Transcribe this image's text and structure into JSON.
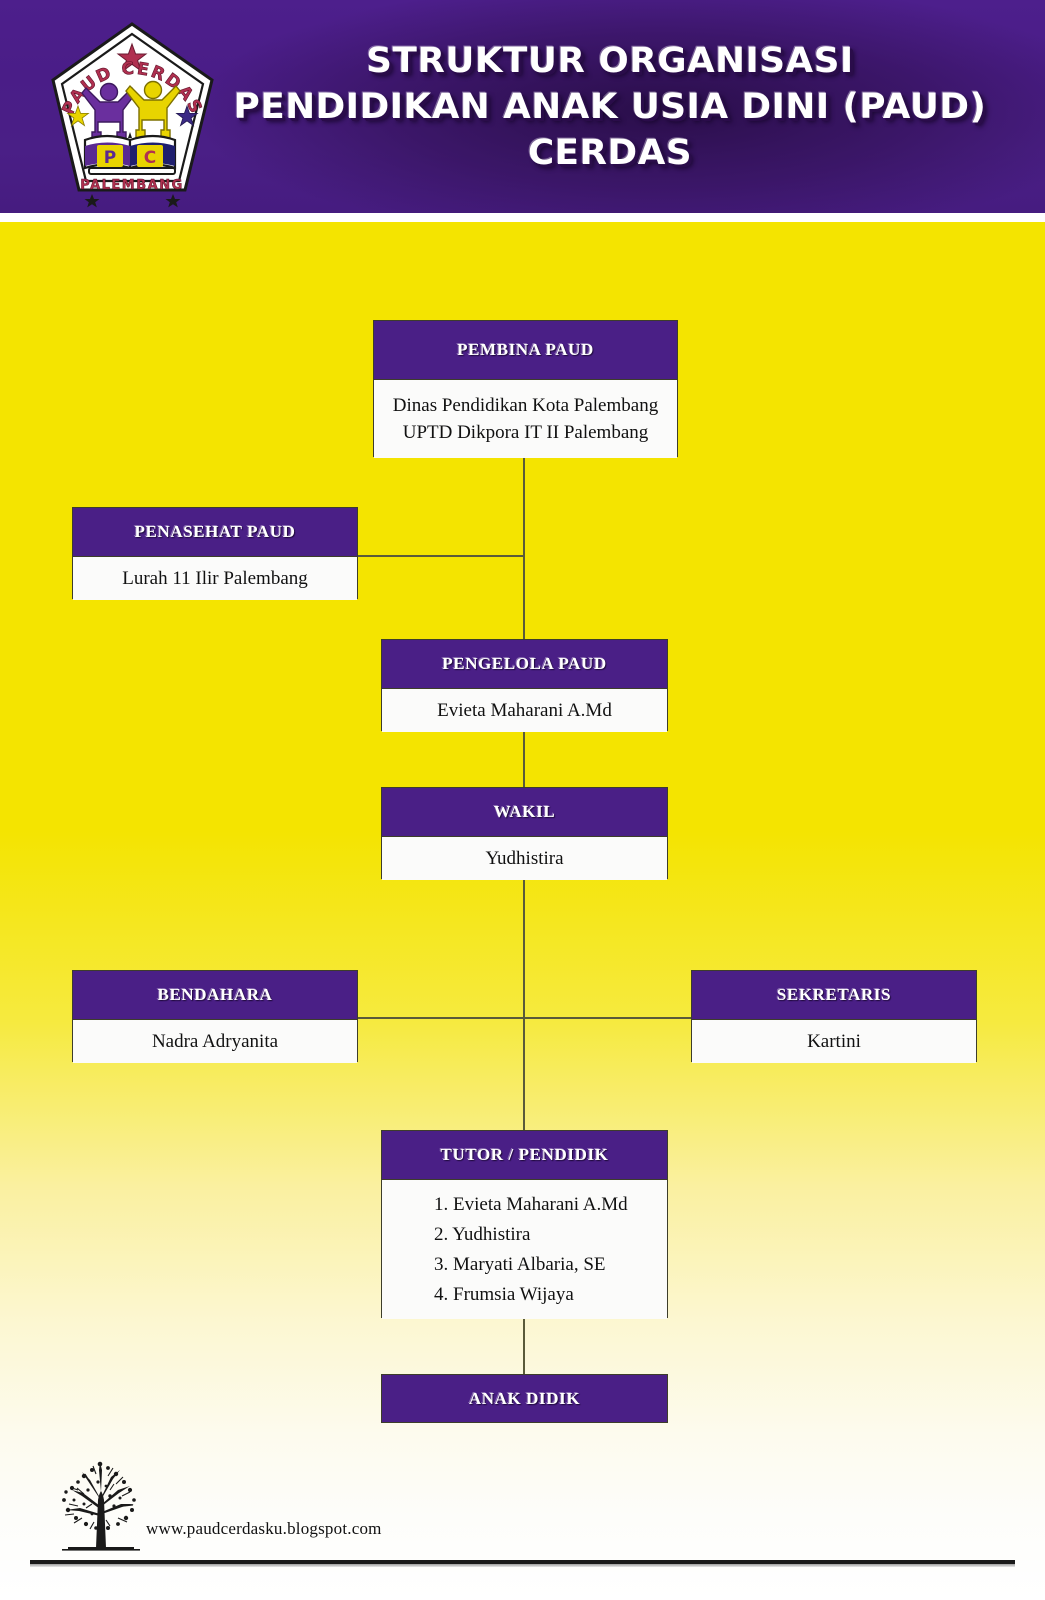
{
  "header": {
    "title_lines": [
      "STRUKTUR ORGANISASI",
      "PENDIDIKAN ANAK USIA DINI (PAUD)",
      "CERDAS"
    ],
    "logo": {
      "arc_text": "PAUD CERDAS",
      "bottom_text": "PALEMBANG",
      "book_letter_left": "P",
      "book_letter_right": "C"
    }
  },
  "colors": {
    "purple": "#4a1f86",
    "purple_dark": "#3a1568",
    "yellow": "#f4e400",
    "box_body": "#fbfbfa",
    "line": "#5a5a3a",
    "text_dark": "#111111",
    "text_light": "#ffffff"
  },
  "chart": {
    "nodes": [
      {
        "id": "pembina",
        "title": "PEMBINA PAUD",
        "lines": [
          "Dinas Pendidikan Kota Palembang",
          "UPTD Dikpora IT II Palembang"
        ]
      },
      {
        "id": "penasehat",
        "title": "PENASEHAT PAUD",
        "lines": [
          "Lurah 11 Ilir Palembang"
        ]
      },
      {
        "id": "pengelola",
        "title": "PENGELOLA PAUD",
        "lines": [
          "Evieta Maharani A.Md"
        ]
      },
      {
        "id": "wakil",
        "title": "WAKIL",
        "lines": [
          "Yudhistira"
        ]
      },
      {
        "id": "bendahara",
        "title": "BENDAHARA",
        "lines": [
          "Nadra Adryanita"
        ]
      },
      {
        "id": "sekretaris",
        "title": "SEKRETARIS",
        "lines": [
          "Kartini"
        ]
      },
      {
        "id": "tutor",
        "title": "TUTOR / PENDIDIK",
        "lines": [
          "1. Evieta Maharani A.Md",
          "2. Yudhistira",
          "3. Maryati Albaria, SE",
          "4. Frumsia Wijaya"
        ]
      },
      {
        "id": "anak_didik",
        "title": "ANAK DIDIK",
        "lines": []
      }
    ]
  },
  "footer": {
    "url": "www.paudcerdasku.blogspot.com",
    "tree_icon": "tree-silhouette-icon"
  }
}
